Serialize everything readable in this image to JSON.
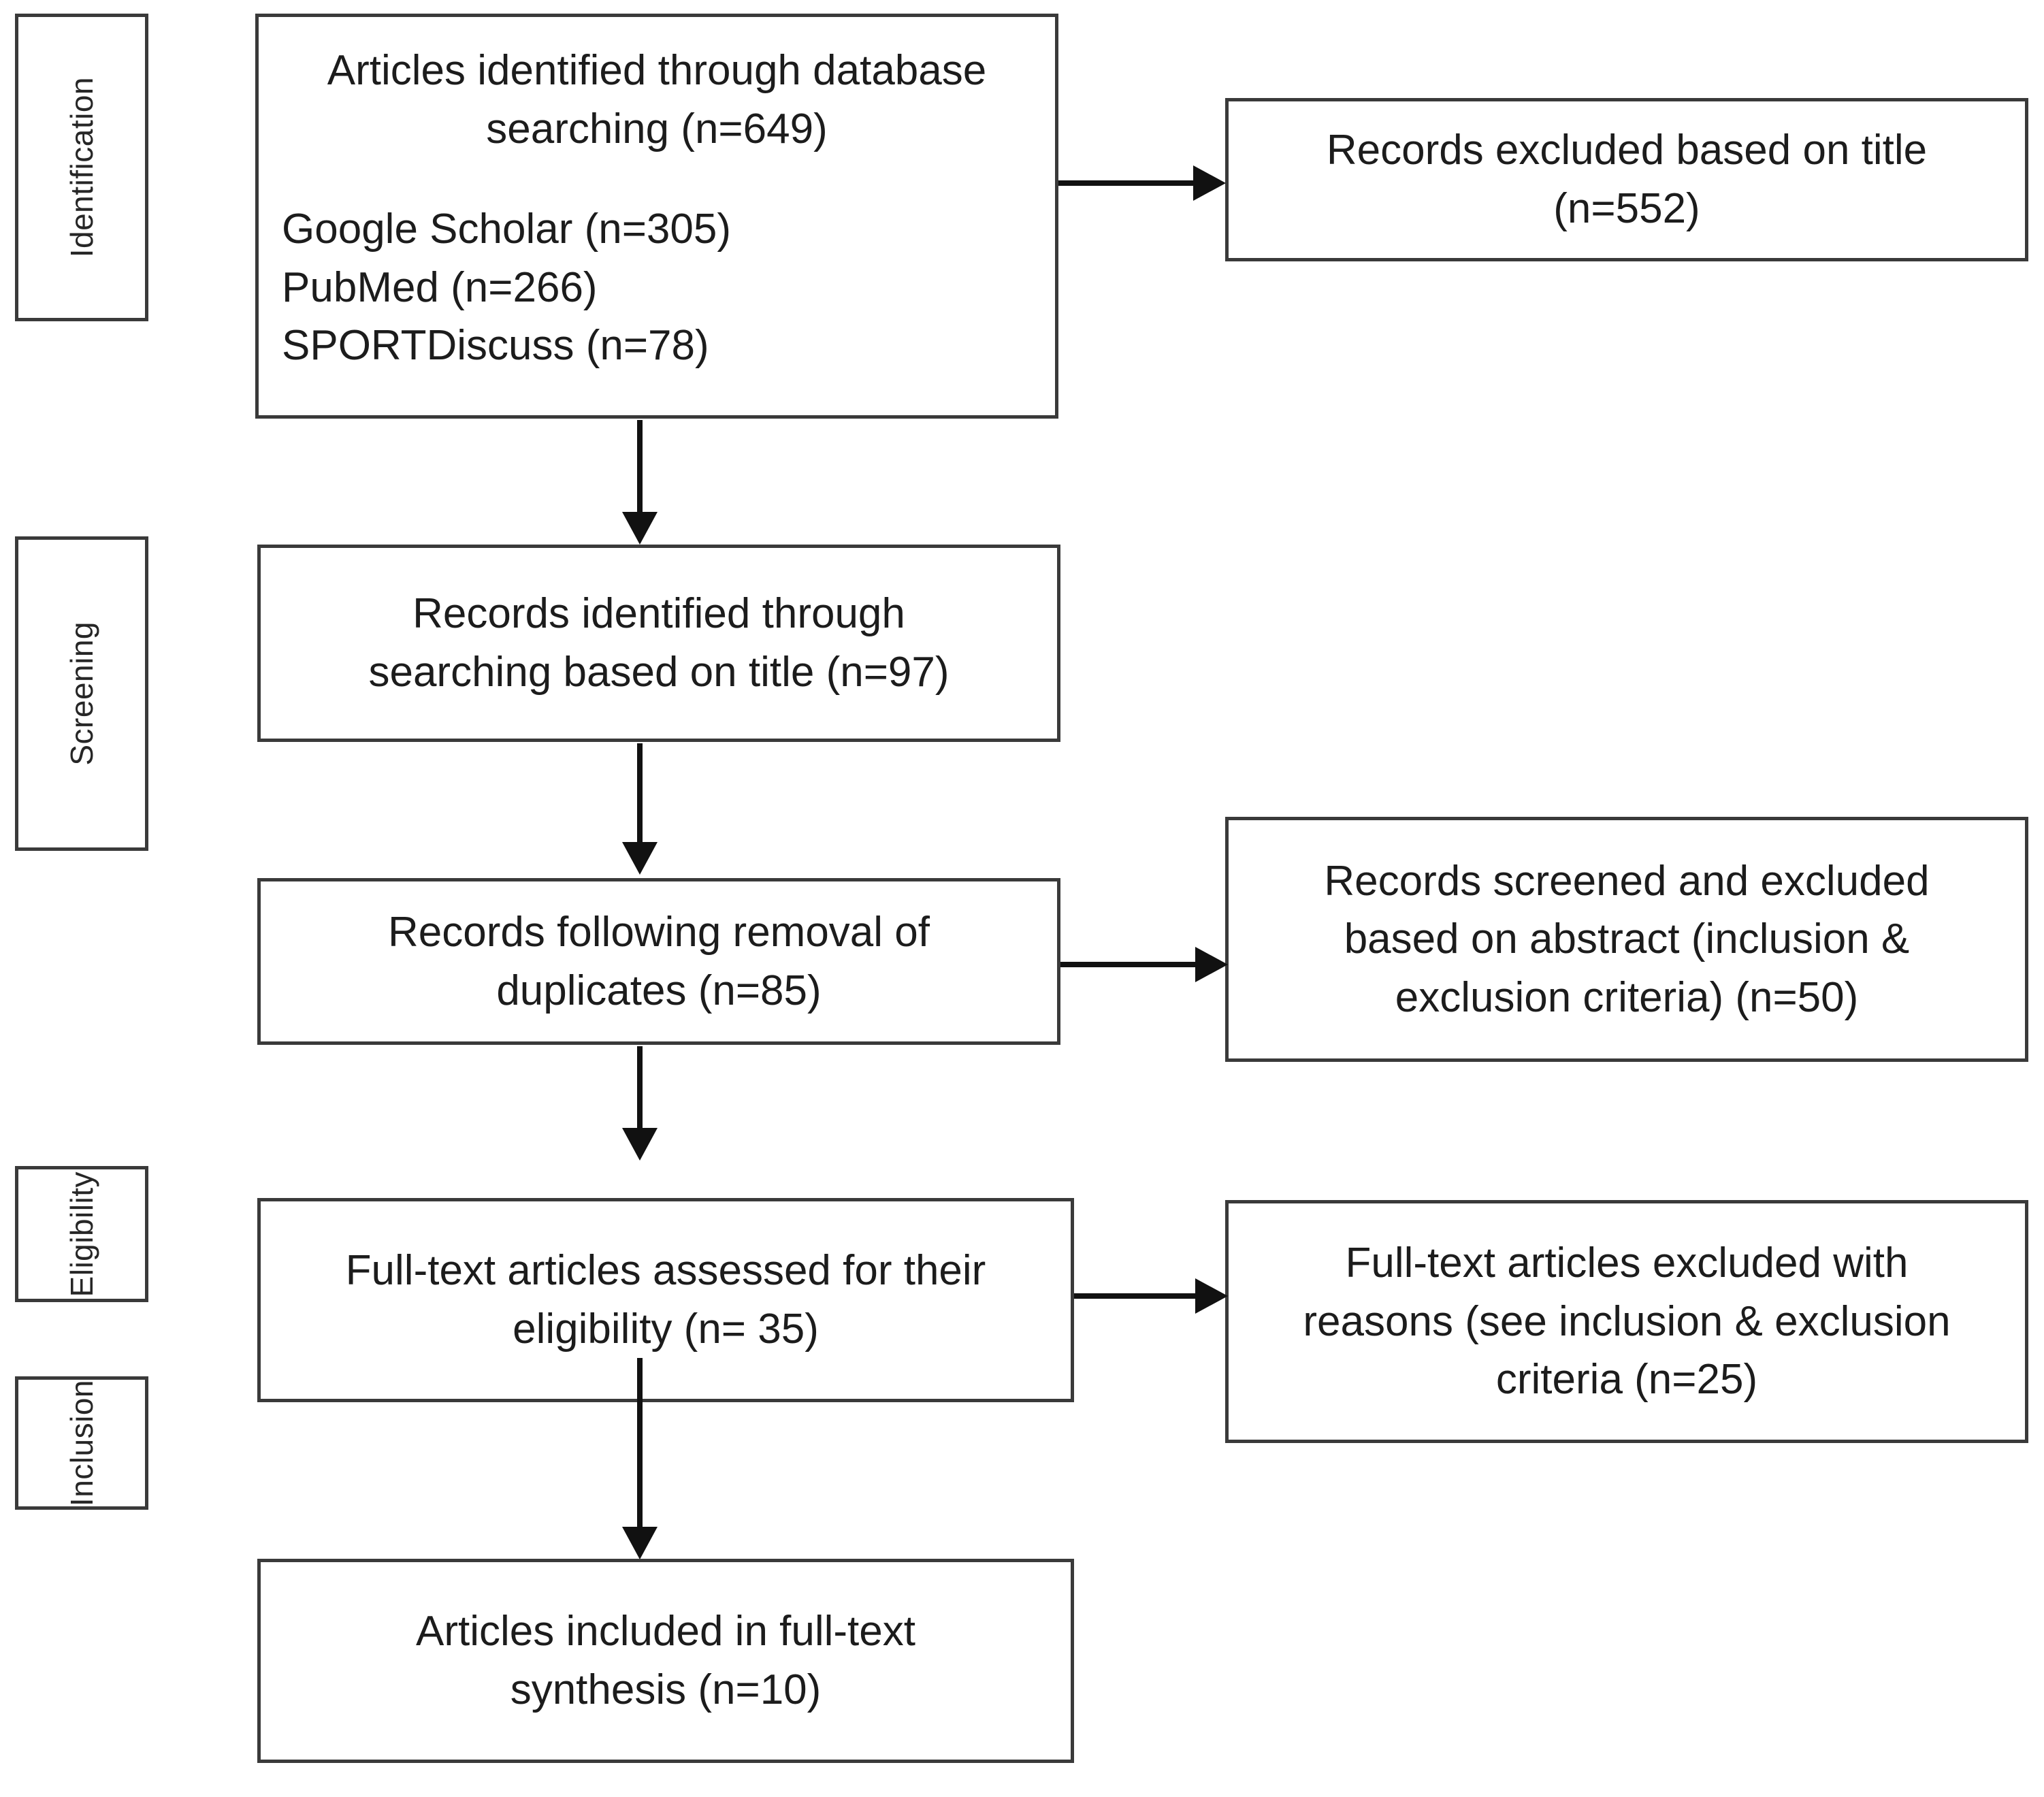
{
  "diagram": {
    "type": "prisma-flow-diagram",
    "stages": [
      {
        "id": "identification",
        "label": "Identification"
      },
      {
        "id": "screening",
        "label": "Screening"
      },
      {
        "id": "eligibility",
        "label": "Eligibility"
      },
      {
        "id": "inclusion",
        "label": "Inclusion"
      }
    ],
    "boxes": [
      {
        "id": "identified-database",
        "stage": "identification",
        "lines": [
          "Articles identified through database",
          "searching (n=649)"
        ],
        "sources": [
          "Google Scholar (n=305)",
          "PubMed (n=266)",
          "SPORTDiscuss (n=78)"
        ],
        "count": 649
      },
      {
        "id": "excluded-title",
        "stage": "identification",
        "lines": [
          "Records excluded based on title",
          "(n=552)"
        ],
        "count": 552
      },
      {
        "id": "identified-title",
        "stage": "screening",
        "lines": [
          "Records identified through",
          "searching based on title (n=97)"
        ],
        "count": 97
      },
      {
        "id": "after-duplicates",
        "stage": "screening",
        "lines": [
          "Records following removal of",
          "duplicates (n=85)"
        ],
        "count": 85
      },
      {
        "id": "excluded-abstract",
        "stage": "screening",
        "lines": [
          "Records screened and excluded",
          "based on abstract (inclusion &",
          "exclusion criteria) (n=50)"
        ],
        "count": 50
      },
      {
        "id": "fulltext-assessed",
        "stage": "eligibility",
        "lines": [
          "Full-text articles assessed for their",
          "eligibility (n= 35)"
        ],
        "count": 35
      },
      {
        "id": "fulltext-excluded",
        "stage": "eligibility",
        "lines": [
          "Full-text articles excluded with",
          "reasons (see inclusion & exclusion",
          "criteria (n=25)"
        ],
        "count": 25
      },
      {
        "id": "included-synthesis",
        "stage": "inclusion",
        "lines": [
          "Articles included in full-text",
          "synthesis (n=10)"
        ],
        "count": 10
      }
    ],
    "colors": {
      "box_border": "#3a3a3a",
      "connector": "#111111",
      "text": "#1c1c1c",
      "background": "#ffffff"
    }
  }
}
